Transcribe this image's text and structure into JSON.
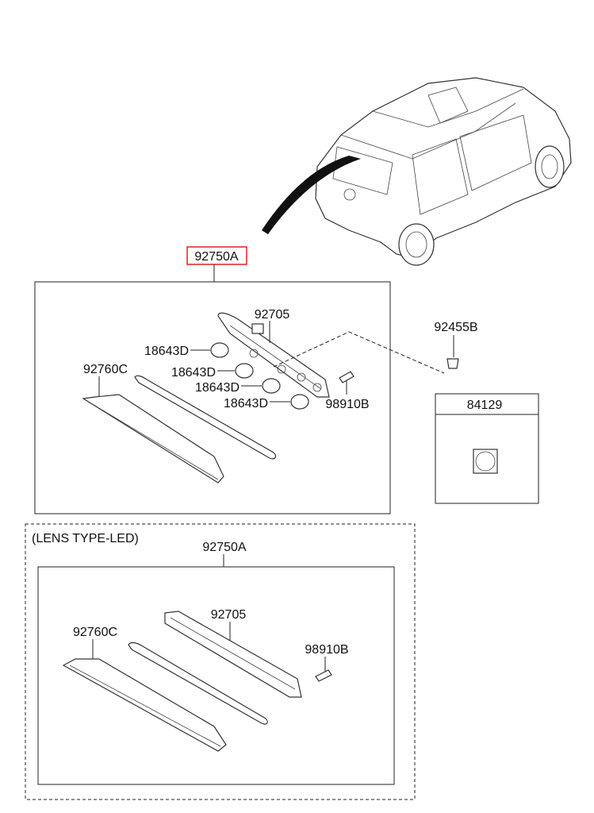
{
  "diagram": {
    "main_assembly": {
      "part_number": "92750A",
      "highlight_color": "#e02020",
      "parts": {
        "lamp_housing": "92705",
        "bulbs": [
          "18643D",
          "18643D",
          "18643D",
          "18643D"
        ],
        "lens": "92760C",
        "socket": "98910B"
      }
    },
    "clip": "92455B",
    "standalone_part": "84129",
    "led_variant": {
      "title": "(LENS TYPE-LED)",
      "part_number": "92750A",
      "parts": {
        "lamp_housing": "92705",
        "lens": "92760C",
        "socket": "98910B"
      }
    }
  }
}
